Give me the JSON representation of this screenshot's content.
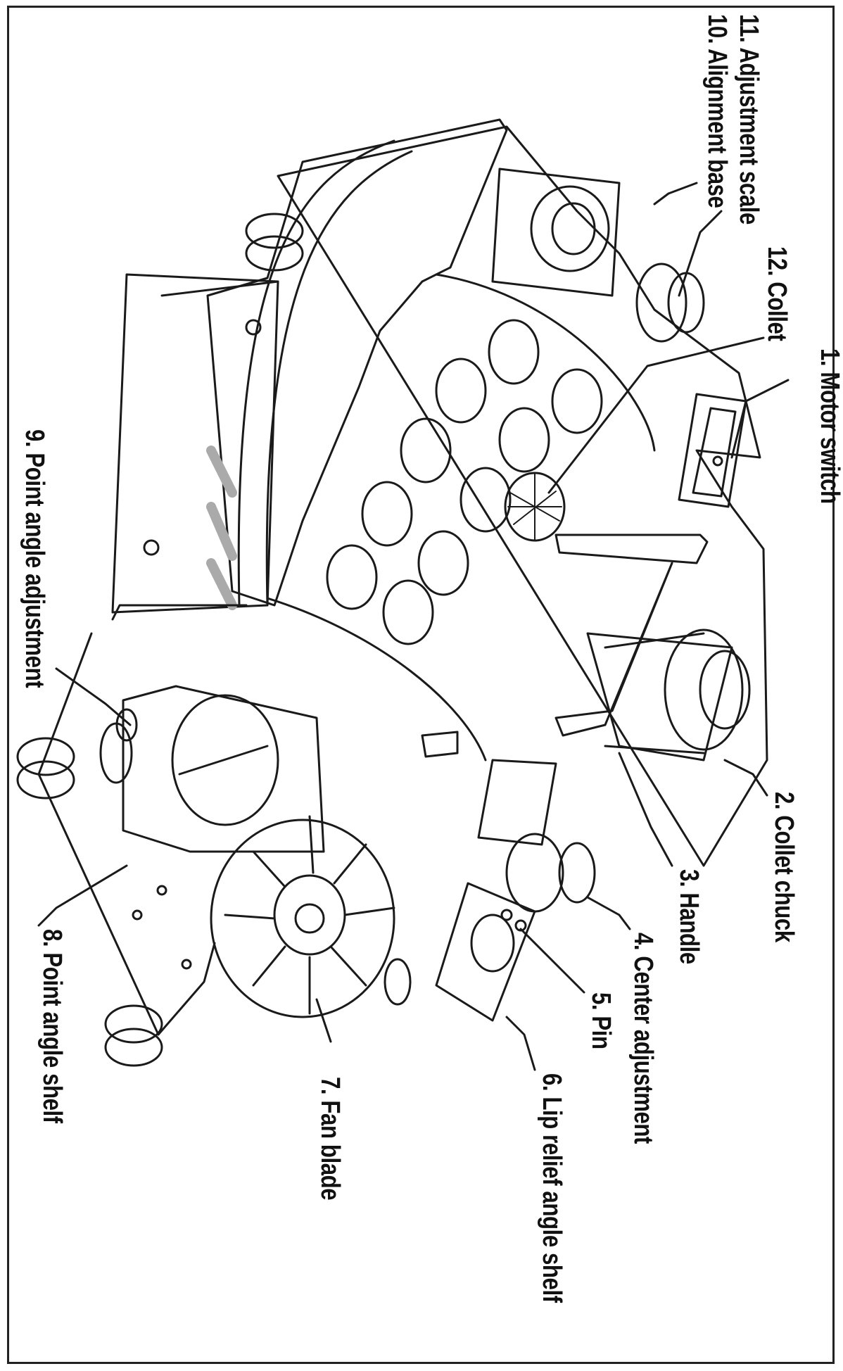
{
  "labels": [
    {
      "id": "motor-switch",
      "text": "1. Motor switch"
    },
    {
      "id": "collet-chuck",
      "text": "2. Collet chuck"
    },
    {
      "id": "handle",
      "text": "3. Handle"
    },
    {
      "id": "center-adjustment",
      "text": "4. Center adjustment"
    },
    {
      "id": "pin",
      "text": "5. Pin"
    },
    {
      "id": "lip-relief-angle-shelf",
      "text": "6. Lip relief angle shelf"
    },
    {
      "id": "fan-blade",
      "text": "7. Fan blade"
    },
    {
      "id": "point-angle-shelf",
      "text": "8. Point angle shelf"
    },
    {
      "id": "point-angle-adjustment",
      "text": "9. Point angle adjustment"
    },
    {
      "id": "alignment-base",
      "text": "10. Alignment base"
    },
    {
      "id": "adjustment-scale",
      "text": "11. Adjustment scale"
    },
    {
      "id": "collet",
      "text": "12. Collet"
    }
  ],
  "colors": {
    "line": "#1a1a1a",
    "fill": "#ffffff",
    "knurl": "#555555",
    "frame": "#222222"
  }
}
